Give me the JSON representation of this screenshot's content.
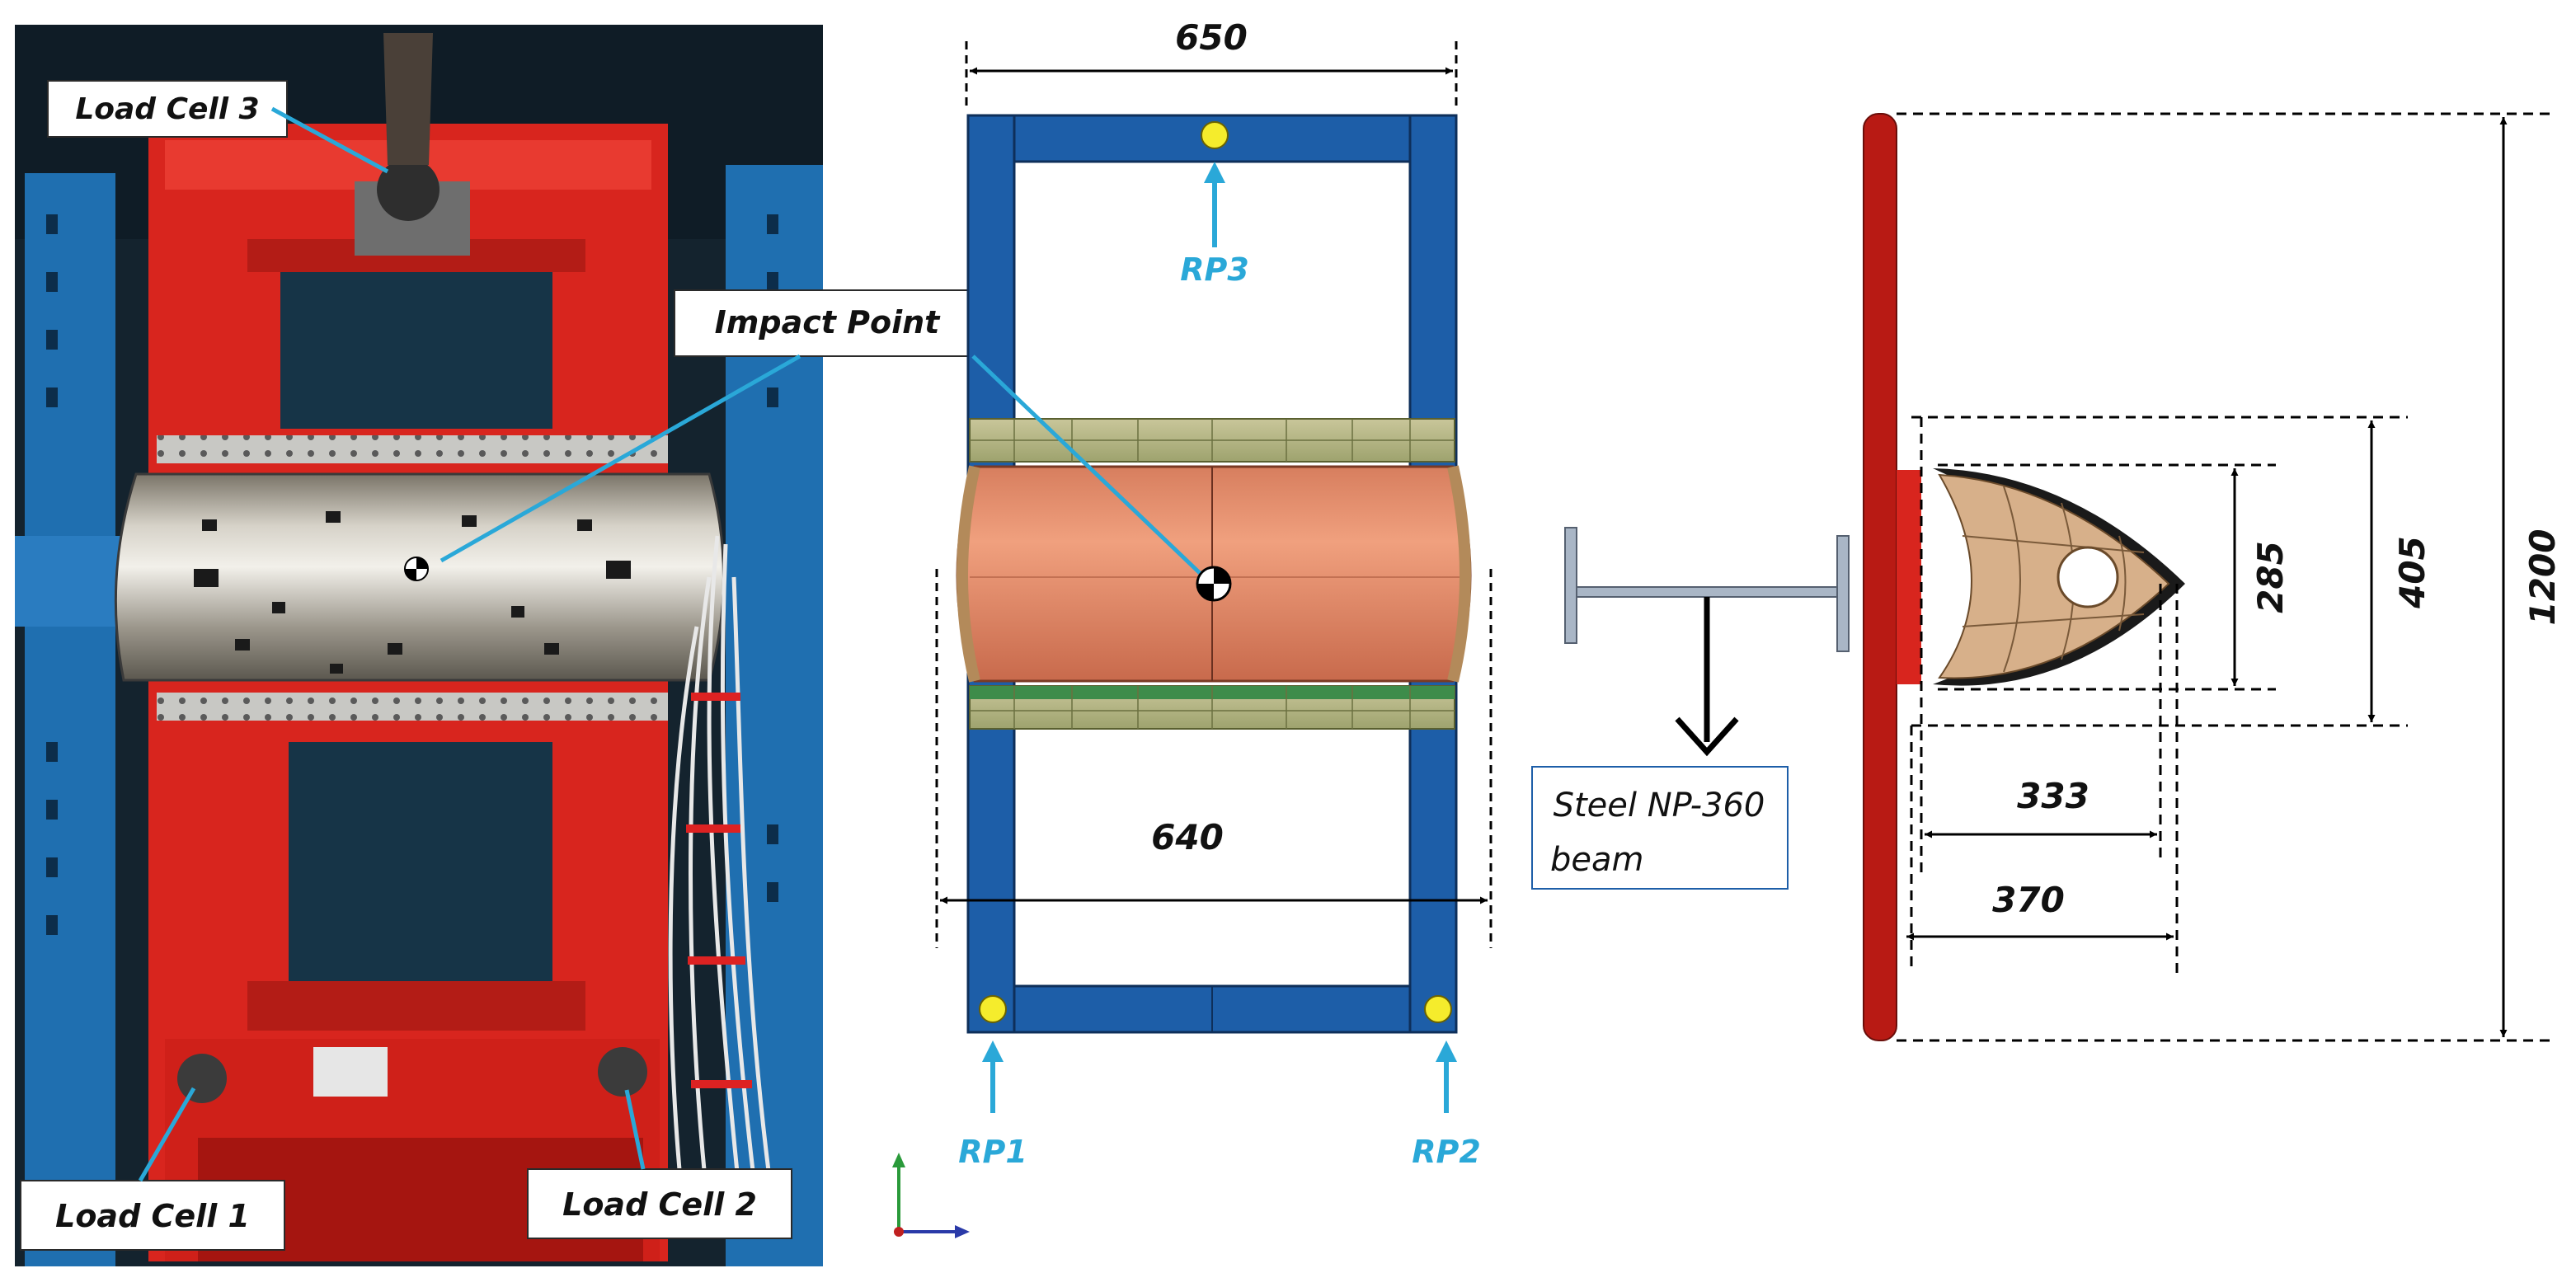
{
  "photo": {
    "labels": {
      "load_cell_3": "Load Cell 3",
      "impact_point": "Impact Point",
      "load_cell_1": "Load Cell 1",
      "load_cell_2": "Load Cell 2"
    }
  },
  "fe_model": {
    "dim_top": "650",
    "dim_bottom": "640",
    "reference_points": {
      "rp1": "RP1",
      "rp2": "RP2",
      "rp3": "RP3"
    }
  },
  "side_view": {
    "beam_label": {
      "line1": "Steel NP-360",
      "line2": "beam"
    },
    "dims": {
      "overall_height": "1200",
      "outer_height": "405",
      "inner_height": "285",
      "inner_depth": "333",
      "outer_depth": "370"
    }
  },
  "colors": {
    "frame_red": "#d8251e",
    "model_blue": "#1d5ea8",
    "rp_cyan": "#2aa8d8",
    "skin_orange": "#e89472",
    "plate_red": "#b81a14",
    "rp_yellow": "#f5ec2c"
  }
}
